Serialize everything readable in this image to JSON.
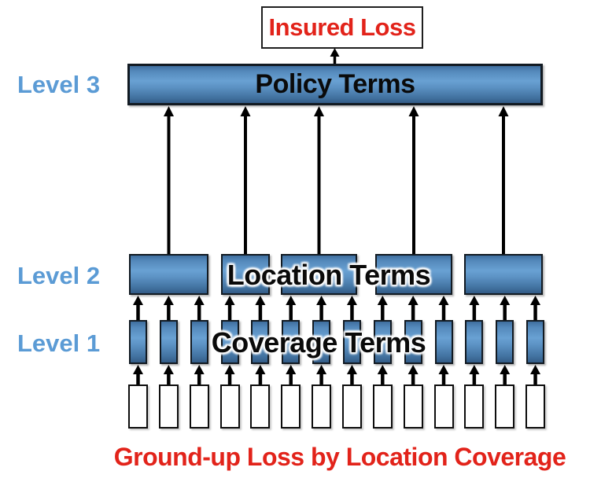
{
  "header_box": {
    "label": "Insured Loss",
    "text_color": "#e2231a"
  },
  "levels": [
    {
      "id": "level3",
      "side_label": "Level 3",
      "box_label": "Policy Terms",
      "box_count": 1
    },
    {
      "id": "level2",
      "side_label": "Level 2",
      "box_label": "Location Terms",
      "box_count": 5
    },
    {
      "id": "level1",
      "side_label": "Level 1",
      "box_label": "Coverage Terms",
      "box_count": 14
    }
  ],
  "ground_row": {
    "box_count": 14
  },
  "caption": {
    "label": "Ground-up Loss by Location Coverage",
    "text_color": "#e2231a"
  },
  "arrows": {
    "l3_to_insured": 1,
    "l2_to_l3": 5,
    "l1_to_l2": 14,
    "ground_to_l1": 14
  },
  "colors": {
    "side_label_blue": "#5b9bd5",
    "box_blue_light": "#69a1d3",
    "box_blue_dark": "#335b86",
    "box_border": "#121a22",
    "arrow_black": "#000000",
    "red_text": "#e2231a",
    "background": "#ffffff"
  }
}
